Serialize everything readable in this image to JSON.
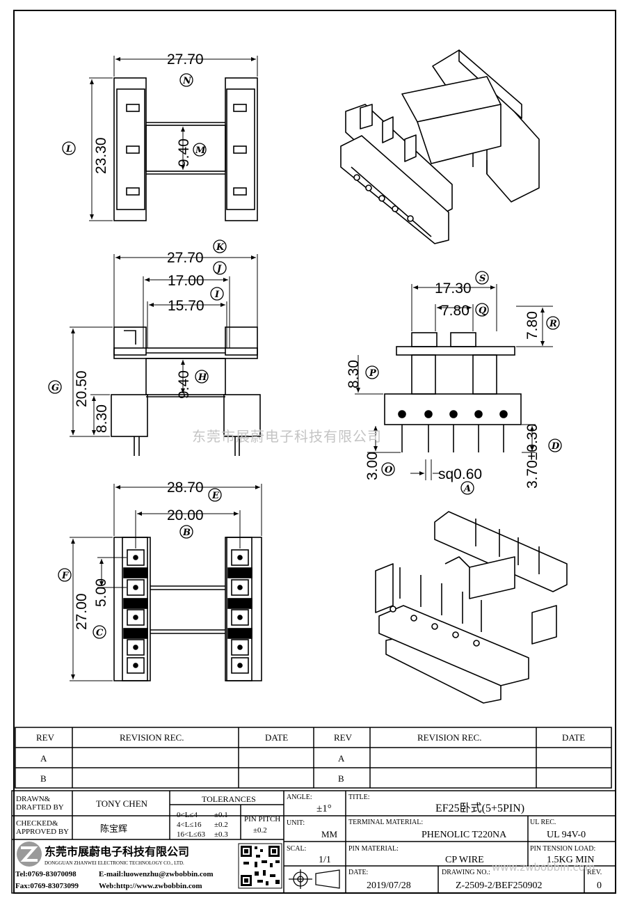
{
  "dimensions": {
    "top_width": "27.70",
    "top_height": "23.30",
    "top_core": "9.40",
    "side_width": "27.70",
    "side_inner1": "17.00",
    "side_inner2": "15.70",
    "side_height": "20.50",
    "side_core": "9.40",
    "side_base": "8.30",
    "right_width": "17.30",
    "right_slot": "7.80",
    "right_height_r": "7.80",
    "right_height_p": "8.30",
    "right_pin_len": "3.70±0.30",
    "right_pin_o": "3.00",
    "right_pin_sq": "sq0.60",
    "bottom_width": "28.70",
    "bottom_inner": "20.00",
    "bottom_height": "27.00",
    "bottom_pitch": "5.00"
  },
  "labels": {
    "N": "N",
    "L": "L",
    "M": "M",
    "K": "K",
    "J": "J",
    "I": "I",
    "H": "H",
    "G": "G",
    "S": "S",
    "Q": "Q",
    "R": "R",
    "P": "P",
    "O": "O",
    "D": "D",
    "A": "A",
    "E": "E",
    "B": "B",
    "F": "F",
    "C": "C"
  },
  "watermark": "东莞市展蔚电子科技有限公司",
  "watermark_url": "www.zwbobbin.com",
  "revision_table": {
    "headers": [
      "REV",
      "REVISION REC.",
      "DATE",
      "REV",
      "REVISION REC.",
      "DATE"
    ],
    "rows": [
      {
        "rev1": "A",
        "rev2": "A"
      },
      {
        "rev1": "B",
        "rev2": "B"
      }
    ]
  },
  "title_block": {
    "drawn_label": "DRAWN&\nDRAFTED BY",
    "drawn_value": "TONY CHEN",
    "checked_label": "CHECKED&\nAPPROVED BY",
    "checked_value": "陈宝辉",
    "tolerances_label": "TOLERANCES",
    "tol_rows": [
      {
        "range": "0<L≤4",
        "tol": "±0.1"
      },
      {
        "range": "4<L≤16",
        "tol": "±0.2"
      },
      {
        "range": "16<L≤63",
        "tol": "±0.3"
      }
    ],
    "pin_pitch_label": "PIN PITCH",
    "pin_pitch_value": "±0.2",
    "angle_label": "ANGLE:",
    "angle_value": "±1°",
    "unit_label": "UNIT:",
    "unit_value": "MM",
    "scale_label": "SCAL:",
    "scale_value": "1/1",
    "title_label": "TITLE:",
    "title_value": "EF25卧式(5+5PIN)",
    "terminal_label": "TERMINAL MATERIAL:",
    "terminal_value": "PHENOLIC T220NA",
    "ul_label": "UL REC.",
    "ul_value": "UL 94V-0",
    "pin_material_label": "PIN MATERIAL:",
    "pin_material_value": "CP WIRE",
    "tension_label": "PIN TENSION LOAD:",
    "tension_value": "1.5KG MIN",
    "date_label": "DATE:",
    "date_value": "2019/07/28",
    "drawing_label": "DRAWING NO.:",
    "drawing_value": "Z-2509-2/BEF250902",
    "rev_label": "REV.",
    "rev_value": "0",
    "company_cn": "东莞市展蔚电子科技有限公司",
    "company_en": "DONGGUAN ZHANWEI ELECTRONIC TECHNOLOGY CO., LTD.",
    "tel": "Tel:0769-83070098",
    "email": "E-mail:luowenzhu@zwbobbin.com",
    "fax": "Fax:0769-83073099",
    "web": "Web:http://www.zwbobbin.com"
  }
}
